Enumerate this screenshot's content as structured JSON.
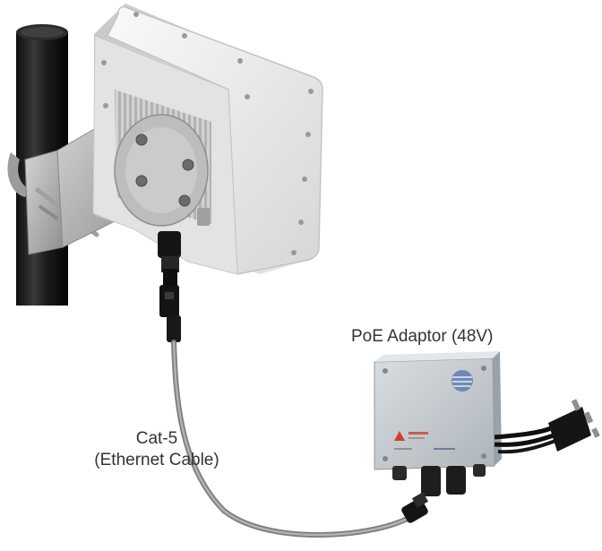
{
  "labels": {
    "poe_adaptor": "PoE Adaptor (48V)",
    "cable_line1": "Cat-5",
    "cable_line2": "(Ethernet Cable)"
  },
  "colors": {
    "pole": "#1c1c1c",
    "enclosure": "#ececec",
    "bracket": "#b5b5b5",
    "cable": "#9a9a9a",
    "connector": "#141414",
    "adaptor_box": "#c9cfd3",
    "label_text": "#333333"
  },
  "icons": {
    "warning_sticker": "warning-triangle-icon",
    "brand_logo": "globe-logo-icon"
  }
}
